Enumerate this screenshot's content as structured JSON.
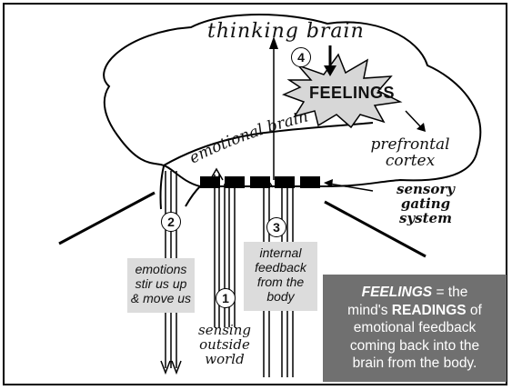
{
  "labels": {
    "thinking_brain": "thinking brain",
    "emotional_brain": "emotional brain",
    "feelings": "FEELINGS",
    "prefrontal_cortex": [
      "prefrontal",
      "cortex"
    ],
    "sensory_gating_system": [
      "sensory gating",
      "system"
    ],
    "sensing_outside_world": [
      "sensing",
      "outside",
      "world"
    ]
  },
  "boxes": {
    "emotions": [
      "emotions",
      "stir us up",
      "& move us"
    ],
    "internal_feedback": [
      "internal",
      "feedback",
      "from the",
      "body"
    ]
  },
  "numbers": [
    "1",
    "2",
    "3",
    "4"
  ],
  "summary": {
    "feelings_word": "FEELINGS",
    "eq_text": " = the",
    "minds": "mind's ",
    "readings": "READINGS",
    "rest1": " of",
    "line3": "emotional feedback",
    "line4": "coming back into the",
    "line5": "brain from the body."
  }
}
